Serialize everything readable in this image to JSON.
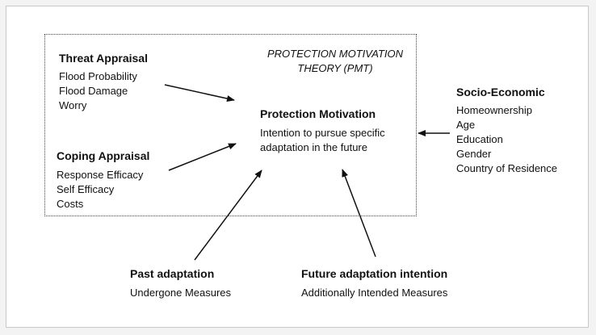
{
  "theory_label": [
    "PROTECTION MOTIVATION",
    "THEORY (PMT)"
  ],
  "threat": {
    "title": "Threat Appraisal",
    "items": [
      "Flood Probability",
      "Flood Damage",
      "Worry"
    ]
  },
  "coping": {
    "title": "Coping Appraisal",
    "items": [
      "Response Efficacy",
      "Self Efficacy",
      "Costs"
    ]
  },
  "protection": {
    "title": "Protection Motivation",
    "items": [
      "Intention to pursue specific",
      "adaptation in the future"
    ]
  },
  "socio": {
    "title": "Socio-Economic",
    "items": [
      "Homeownership",
      "Age",
      "Education",
      "Gender",
      "Country of Residence"
    ]
  },
  "past": {
    "title": "Past adaptation",
    "items": [
      "Undergone Measures"
    ]
  },
  "future": {
    "title": "Future adaptation intention",
    "items": [
      "Additionally Intended Measures"
    ]
  }
}
